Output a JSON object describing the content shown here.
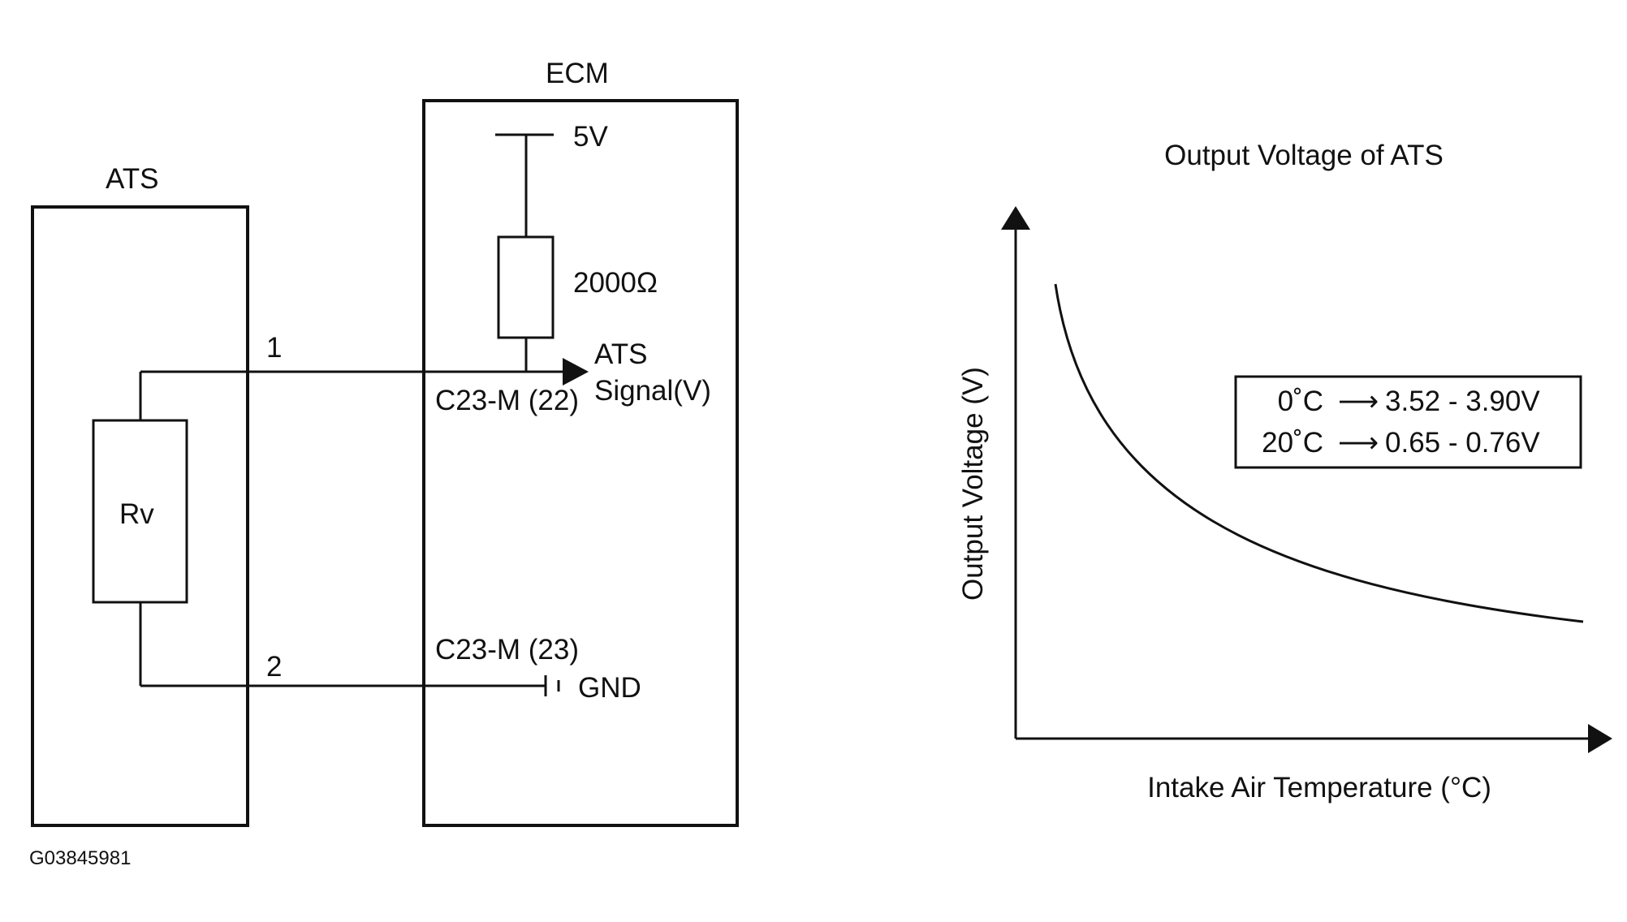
{
  "diagram": {
    "ats_label": "ATS",
    "ecm_label": "ECM",
    "supply_label": "5V",
    "resistor_label": "2000Ω",
    "signal_line1": "ATS",
    "signal_line2": "Signal(V)",
    "pin1_label": "1",
    "pin2_label": "2",
    "connector_signal": "C23-M (22)",
    "connector_gnd": "C23-M (23)",
    "gnd_label": "GND",
    "sensor_resistor_label": "Rv",
    "figure_id": "G03845981"
  },
  "chart": {
    "title": "Output Voltage of ATS",
    "xlabel": "Intake Air Temperature (°C)",
    "ylabel": "Output Voltage (V)",
    "legend_rows": [
      {
        "temp": "0˚C",
        "arrow": "⟶",
        "range": "3.52 - 3.90V"
      },
      {
        "temp": "20˚C",
        "arrow": "⟶",
        "range": "0.65 - 0.76V"
      }
    ]
  }
}
